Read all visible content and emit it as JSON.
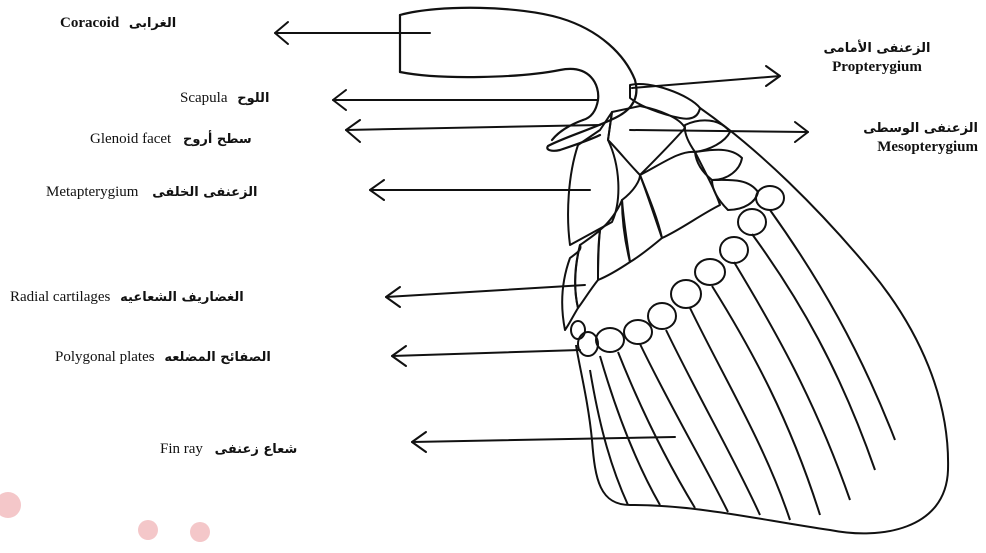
{
  "labels": {
    "coracoid": {
      "en": "Coracoid",
      "ar": "الغرابى"
    },
    "scapula": {
      "en": "Scapula",
      "ar": "اللوح"
    },
    "glenoid": {
      "en": "Glenoid facet",
      "ar": "سطح أروح"
    },
    "metapterygium": {
      "en": "Metapterygium",
      "ar": "الزعنفى الخلفى"
    },
    "radial": {
      "en": "Radial cartilages",
      "ar": "الغضاريف الشعاعيه"
    },
    "polygonal": {
      "en": "Polygonal plates",
      "ar": "الصفائح المضلعه"
    },
    "finray": {
      "en": "Fin ray",
      "ar": "شعاع زعنفى"
    },
    "propterygium": {
      "en": "Propterygium",
      "ar": "الزعنفى الأمامى"
    },
    "mesopterygium": {
      "en": "Mesopterygium",
      "ar": "الزعنفى الوسطى"
    }
  },
  "colors": {
    "ink": "#111111",
    "background": "#ffffff",
    "watermark": "#f4c7c9"
  }
}
